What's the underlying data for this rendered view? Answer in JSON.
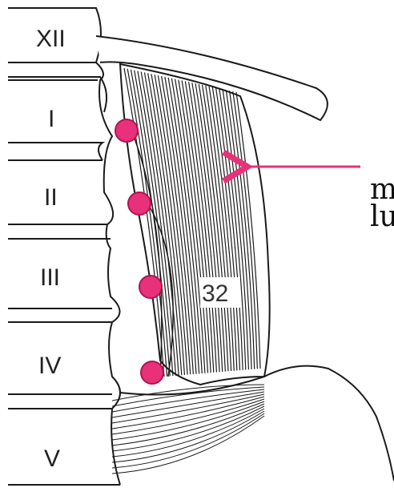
{
  "vertebrae": [
    {
      "label": "XII"
    },
    {
      "label": "I"
    },
    {
      "label": "II"
    },
    {
      "label": "III"
    },
    {
      "label": "IV"
    },
    {
      "label": "V"
    }
  ],
  "muscle_number": "32",
  "callout": {
    "line1": "m",
    "line2": "lu"
  },
  "colors": {
    "marker": "#e8317a",
    "arrow": "#e8317a",
    "ink": "#1a1a1a"
  }
}
